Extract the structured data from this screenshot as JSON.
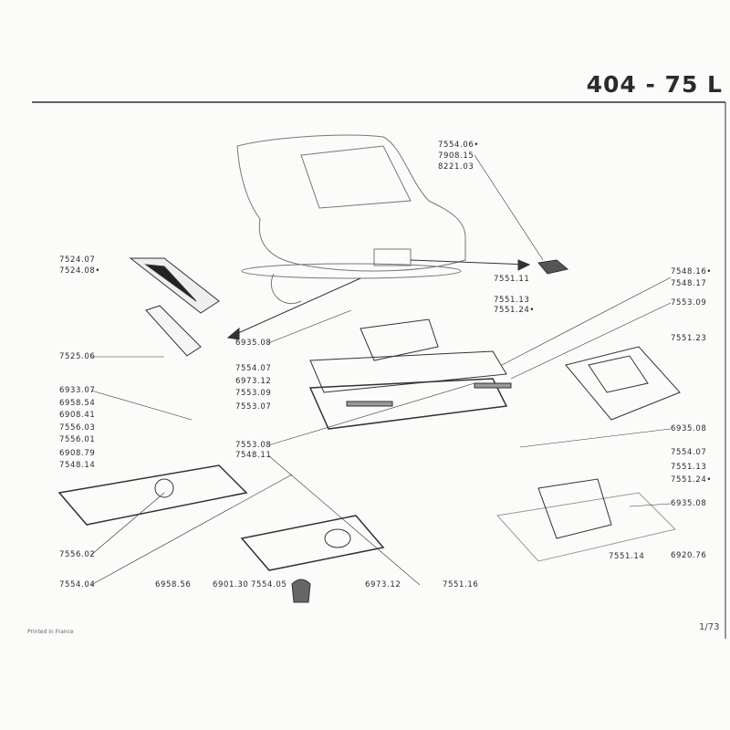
{
  "header": {
    "title": "404 - 75 L"
  },
  "footer": {
    "printed": "Printed in France",
    "page": "1/73"
  },
  "labels": {
    "l7524_07": "7524.07",
    "l7524_08": "7524.08•",
    "l7525_06": "7525.06",
    "l6933_07": "6933.07",
    "l6958_54": "6958.54",
    "l6908_41": "6908.41",
    "l7556_03": "7556.03",
    "l7556_01": "7556.01",
    "l6908_79": "6908.79",
    "l7548_14": "7548.14",
    "l7556_02": "7556.02",
    "l7554_04": "7554.04",
    "m6935_08": "6935.08",
    "m7554_07": "7554.07",
    "m6973_12": "6973.12",
    "m7553_09": "7553.09",
    "m7553_07": "7553.07",
    "m7553_08": "7553.08",
    "m7548_11": "7548.11",
    "b6958_56": "6958.56",
    "b6901_30": "6901.30",
    "b7554_05": "7554.05",
    "b6973_12": "6973.12",
    "b7551_16": "7551.16",
    "t7554_06": "7554.06•",
    "t7908_15": "7908.15",
    "t8221_03": "8221.03",
    "c7551_11": "7551.11",
    "c7551_13": "7551.13",
    "c7551_24": "7551.24•",
    "r7548_16": "7548.16•",
    "r7548_17": "7548.17",
    "r7553_09": "7553.09",
    "r7551_23": "7551.23",
    "r6935_08a": "6935.08",
    "r7554_07": "7554.07",
    "r7551_13": "7551.13",
    "r7551_24": "7551.24•",
    "r6935_08b": "6935.08",
    "r6920_76": "6920.76",
    "r7551_14": "7551.14"
  }
}
